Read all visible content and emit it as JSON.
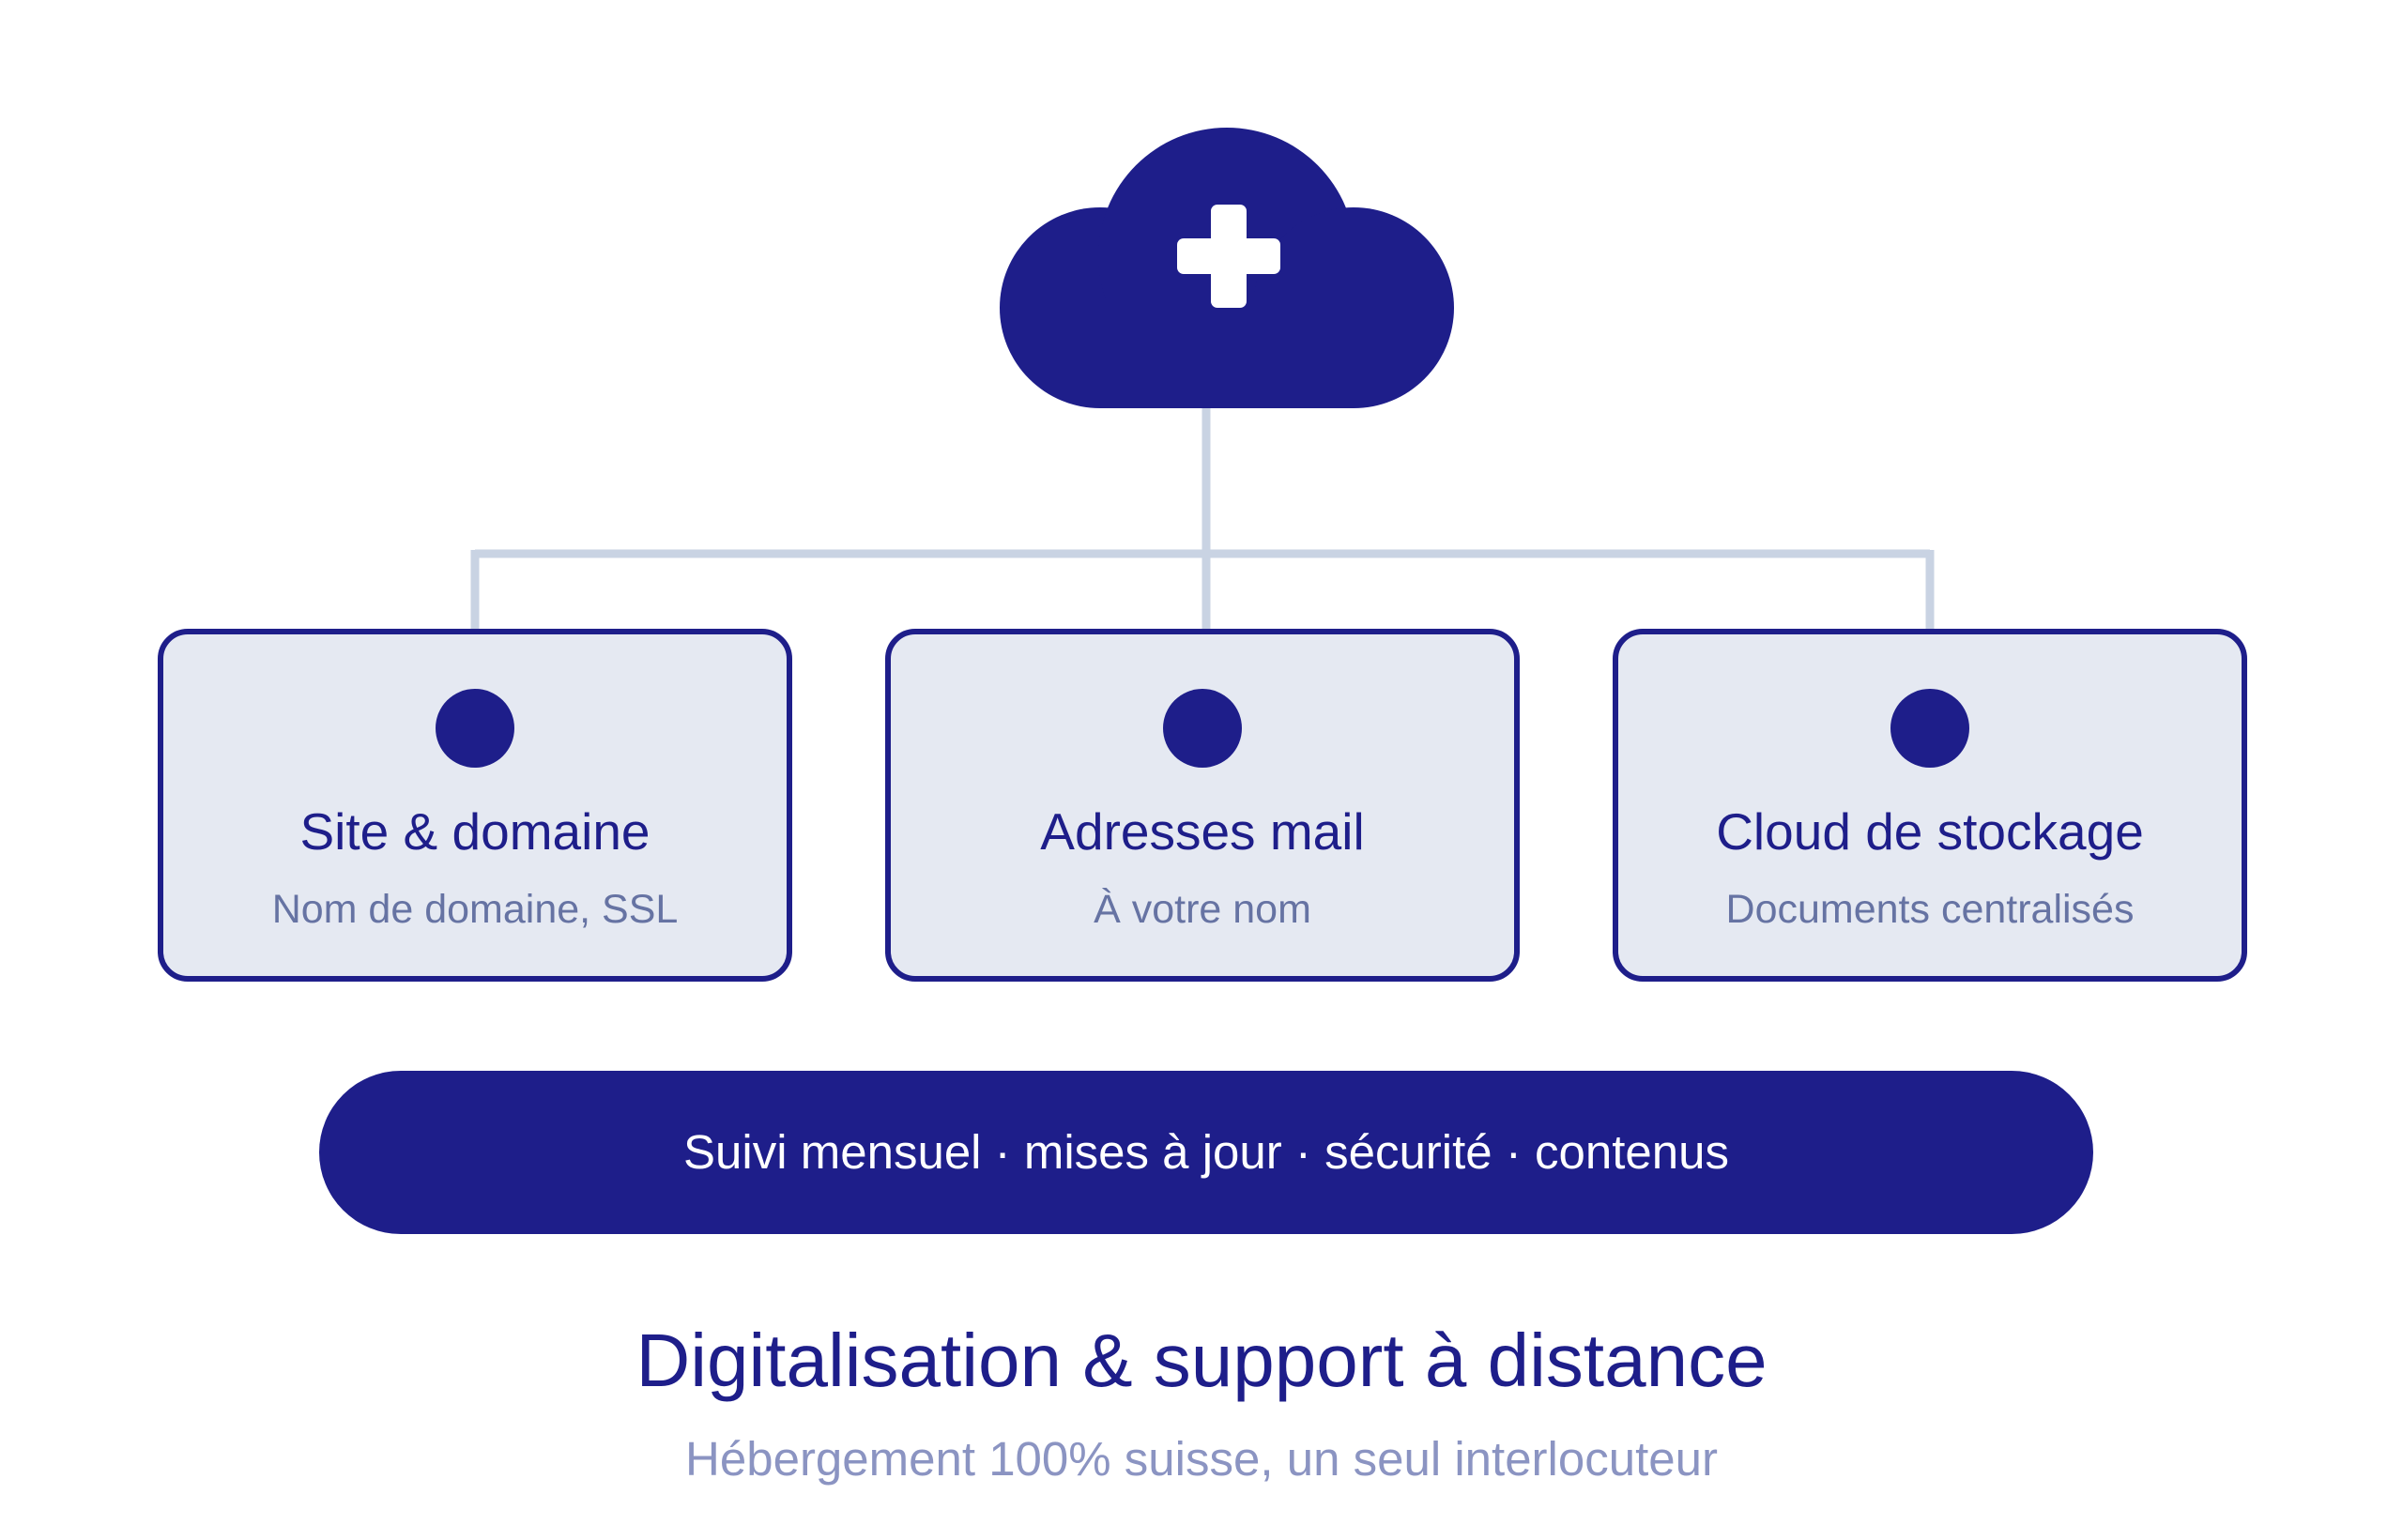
{
  "colors": {
    "primary": "#1e1e8a",
    "card_fill": "#e5e9f2",
    "connector": "#c9d3e3",
    "muted_text": "#6673a3",
    "subtitle_text": "#8b94c2",
    "white": "#ffffff"
  },
  "top_node": {
    "icon": "cloud-plus-icon"
  },
  "services": [
    {
      "title": "Site & domaine",
      "subtitle": "Nom de domaine, SSL"
    },
    {
      "title": "Adresses mail",
      "subtitle": "À votre nom"
    },
    {
      "title": "Cloud de stockage",
      "subtitle": "Documents centralisés"
    }
  ],
  "banner": {
    "text": "Suivi mensuel · mises à jour · sécurité · contenus"
  },
  "footer": {
    "title": "Digitalisation & support à distance",
    "subtitle": "Hébergement 100% suisse, un seul interlocuteur"
  }
}
